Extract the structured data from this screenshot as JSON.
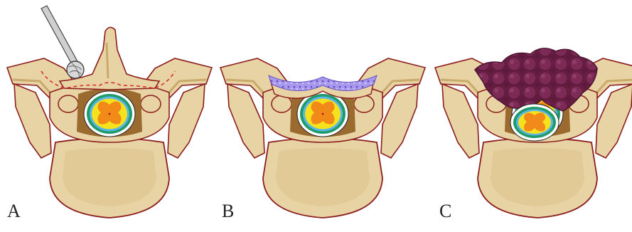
{
  "figure": {
    "panels": [
      {
        "id": "A",
        "label": "A",
        "content": "burr-drill-with-dashed-laminectomy-cut"
      },
      {
        "id": "B",
        "label": "B",
        "content": "bone-graft-layer-on-lamina"
      },
      {
        "id": "C",
        "label": "C",
        "content": "tumor-mass-compressing-spinal-cord"
      }
    ],
    "colors": {
      "bone_fill": "#e8d3a4",
      "bone_outline": "#8b1d1d",
      "bone_shadow": "#c9aa6a",
      "canal_dark": "#9b6a2e",
      "dura_green": "#1f9a6a",
      "csf_blue": "#5ab6e6",
      "cord_yellow": "#f6e21c",
      "grey_matter_orange": "#f28a1a",
      "graft_purple": "#8f7ddf",
      "tumor_purple": "#7a2550",
      "cut_line_red": "#d93030",
      "drill_grey": "#9a9a9a"
    }
  }
}
